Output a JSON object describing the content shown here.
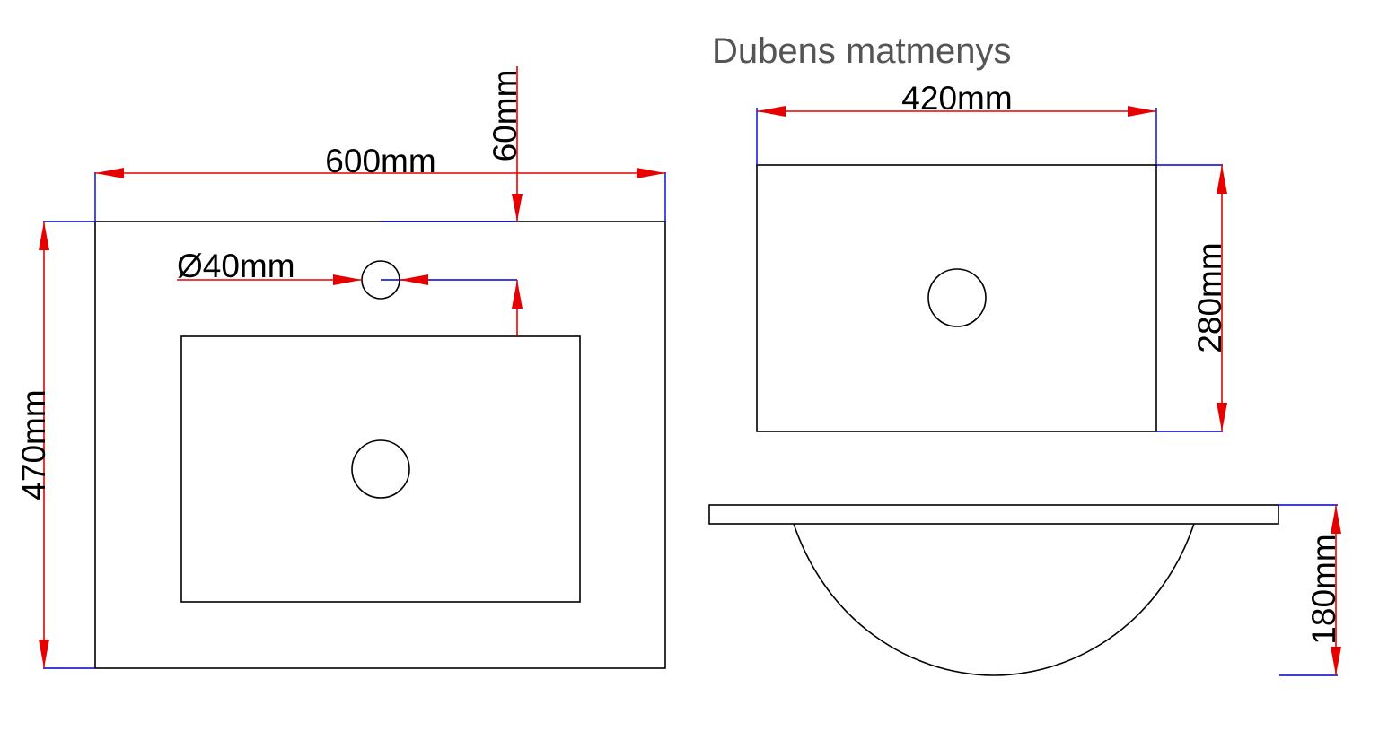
{
  "title": "Dubens matmenys",
  "dimensions": {
    "top_width": "600mm",
    "top_depth": "470mm",
    "tap_offset": "60mm",
    "tap_hole": "Ø40mm",
    "bowl_width": "420mm",
    "bowl_depth": "280mm",
    "bowl_height": "180mm"
  },
  "colors": {
    "outline": "#000000",
    "dimension_line": "#e60000",
    "extension_line": "#0000cc",
    "title": "#555555"
  }
}
